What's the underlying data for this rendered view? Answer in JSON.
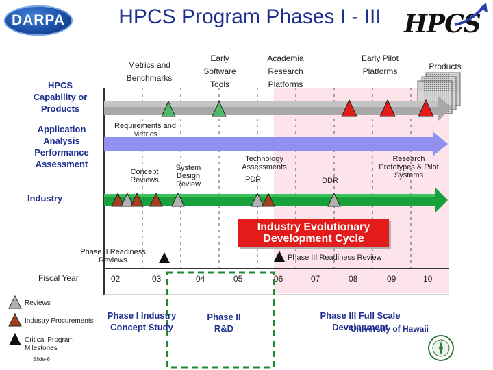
{
  "title": "HPCS Program Phases I - III",
  "logos": {
    "left": "DARPA",
    "right": "HPCS"
  },
  "headers": {
    "metrics": "Metrics and Benchmarks",
    "software": "Early Software Tools",
    "academia": "Academia Research Platforms",
    "pilot": "Early Pilot Platforms",
    "products": "Products"
  },
  "rows": {
    "capability": "HPCS Capability or Products",
    "application": "Application Analysis Performance Assessment",
    "industry": "Industry"
  },
  "annotations": {
    "requirements": "Requirements and Metrics",
    "concept": "Concept Reviews",
    "design": "System Design Review",
    "tech": "Technology Assessments",
    "pdr": "PDR",
    "ddr": "DDR",
    "research": "Research Prototypes & Pilot Systems",
    "industry_cycle": "Industry Evolutionary Development Cycle",
    "phase2_readiness": "Phase II Readiness Reviews",
    "phase3_readiness": "Phase III Readiness Review"
  },
  "timeline": {
    "label": "Fiscal Year",
    "years": [
      "02",
      "03",
      "04",
      "05",
      "06",
      "07",
      "08",
      "09",
      "10"
    ]
  },
  "phases": {
    "p1": "Phase I Industry Concept Study",
    "p2": "Phase II R&D",
    "p3": "Phase III Full Scale Development"
  },
  "legend": {
    "reviews": "Reviews",
    "procurements": "Industry Procurements",
    "milestones": "Critical Program Milestones"
  },
  "footer": {
    "university": "University of Hawaii",
    "slide": "Slide-6"
  },
  "colors": {
    "title": "#1f2f8f",
    "phase3_bg": "#fde3ea",
    "gray_arrow": "#a8a8a8",
    "blue_arrow": "#8f90f0",
    "green_arrow": "#18a03a",
    "red_marker": "#e31b1b",
    "green_marker": "#4cba6a",
    "brown_marker": "#a0401c"
  }
}
